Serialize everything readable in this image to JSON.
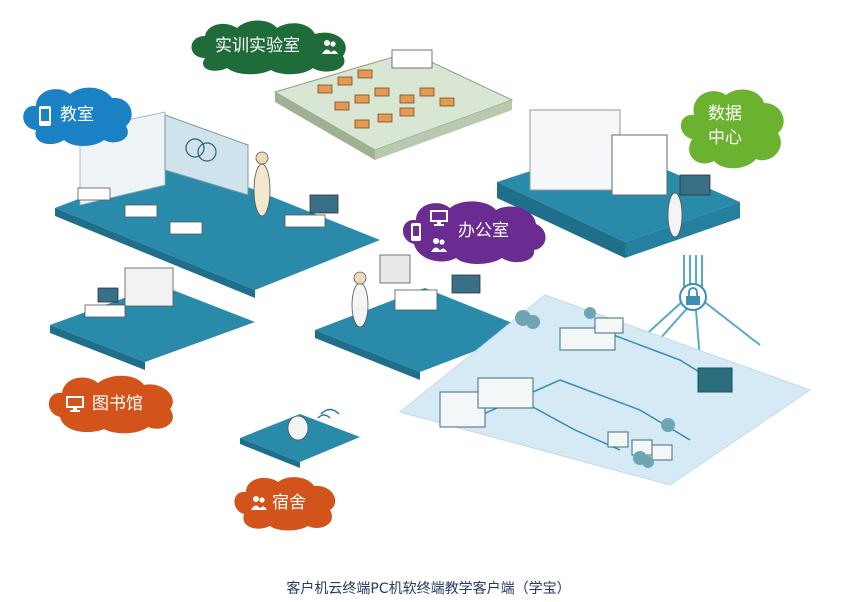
{
  "labels": {
    "lab": "实训实验室",
    "classroom": "教室",
    "datacenter_line1": "数据",
    "datacenter_line2": "中心",
    "office": "办公室",
    "library": "图书馆",
    "dorm": "宿舍"
  },
  "caption": "客户机云终端PC机软终端教学客户端（学宝）",
  "colors": {
    "lab": "#1f6b3a",
    "classroom": "#1a82c4",
    "datacenter": "#6ab22f",
    "office": "#6a2c91",
    "library": "#d2541b",
    "dorm": "#d2541b",
    "floor": "#2a8aaa",
    "city": "#d6eaf5"
  },
  "icons": {
    "lab": "people-icon",
    "classroom": "mobile-icon",
    "office": [
      "monitor-icon",
      "mobile-icon",
      "people-icon"
    ],
    "library": "monitor-icon",
    "dorm": "people-icon",
    "network": "lock-icon"
  }
}
